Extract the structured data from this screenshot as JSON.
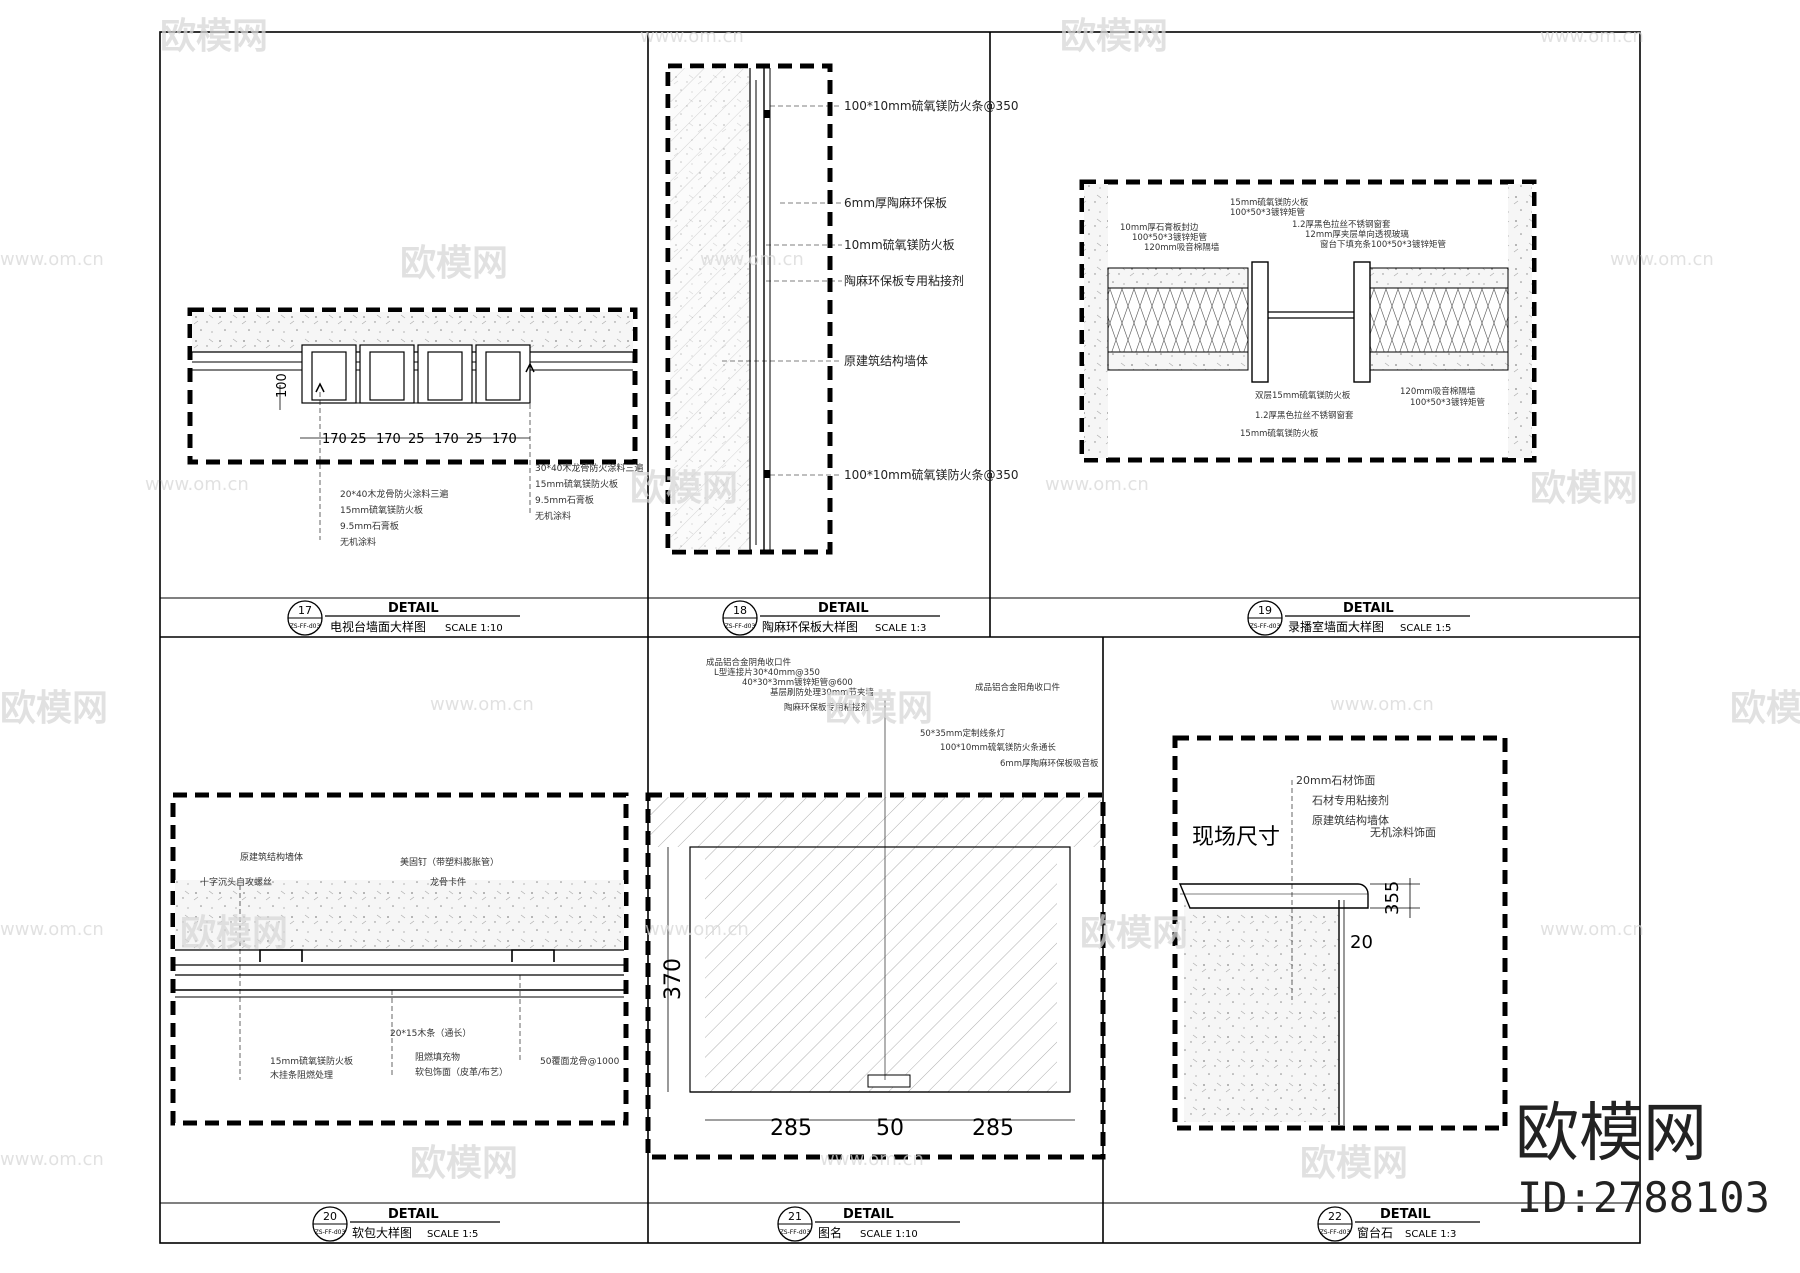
{
  "watermark": {
    "brand": "欧模网",
    "site": "www.om.cn",
    "id_label": "ID:2788103"
  },
  "panels": [
    {
      "num": "17",
      "code": "ZS-FF-d03",
      "heading": "DETAIL",
      "name": "电视台墙面大样图",
      "scale": "SCALE 1:10"
    },
    {
      "num": "18",
      "code": "ZS-FF-d03",
      "heading": "DETAIL",
      "name": "陶麻环保板大样图",
      "scale": "SCALE 1:3"
    },
    {
      "num": "19",
      "code": "ZS-FF-d03",
      "heading": "DETAIL",
      "name": "录播室墙面大样图",
      "scale": "SCALE 1:5"
    },
    {
      "num": "20",
      "code": "ZS-FF-d03",
      "heading": "DETAIL",
      "name": "软包大样图",
      "scale": "SCALE 1:5"
    },
    {
      "num": "21",
      "code": "ZS-FF-d03",
      "heading": "DETAIL",
      "name": "图名",
      "scale": "SCALE 1:10"
    },
    {
      "num": "22",
      "code": "ZS-FF-d03",
      "heading": "DETAIL",
      "name": "窗台石",
      "scale": "SCALE 1:3"
    }
  ],
  "p17": {
    "dims": [
      "170",
      "25",
      "170",
      "25",
      "170",
      "25",
      "170"
    ],
    "dim_vertical": "100",
    "left_notes": [
      "20*40木龙骨防火涂料三遍",
      "15mm硫氧镁防火板",
      "9.5mm石膏板",
      "无机涂料"
    ],
    "right_notes": [
      "30*40木龙骨防火涂料三遍",
      "15mm硫氧镁防火板",
      "9.5mm石膏板",
      "无机涂料"
    ]
  },
  "p18": {
    "notes": [
      "100*10mm硫氧镁防火条@350",
      "6mm厚陶麻环保板",
      "10mm硫氧镁防火板",
      "陶麻环保板专用粘接剂",
      "原建筑结构墙体",
      "100*10mm硫氧镁防火条@350"
    ]
  },
  "p19": {
    "notes_top_left": [
      "10mm厚石膏板封边",
      "100*50*3镀锌矩管",
      "120mm吸音棉隔墙"
    ],
    "notes_top_right": [
      "15mm硫氧镁防火板",
      "100*50*3镀锌矩管",
      "1.2厚黑色拉丝不锈钢窗套",
      "12mm厚夹层单向透视玻璃",
      "窗台下填充条100*50*3镀锌矩管"
    ],
    "notes_bottom_mid": [
      "双层15mm硫氧镁防火板",
      "1.2厚黑色拉丝不锈钢窗套",
      "15mm硫氧镁防火板"
    ],
    "notes_bottom_right": [
      "120mm吸音棉隔墙",
      "100*50*3镀锌矩管"
    ]
  },
  "p20": {
    "notes_top_left": [
      "原建筑结构墙体",
      "十字沉头自攻螺丝"
    ],
    "notes_top_right": [
      "美固钉（带塑料膨胀管）",
      "龙骨卡件"
    ],
    "notes_bottom": [
      "20*15木条（通长）",
      "阻燃填充物",
      "15mm硫氧镁防火板",
      "软包饰面（皮革/布艺）",
      "木挂条阻燃处理",
      "50覆面龙骨@1000"
    ]
  },
  "p21": {
    "dim_h": [
      "285",
      "50",
      "285"
    ],
    "dim_v": "370",
    "notes": [
      "成品铝合金阴角收口件",
      "L型连接片30*40mm@350",
      "40*30*3mm镀锌矩管@600",
      "基层刷防处理30mm节夹墙",
      "陶麻环保板专用粘接剂",
      "成品铝合金阳角收口件",
      "50*35mm定制线条灯",
      "100*10mm硫氧镁防火条通长",
      "6mm厚陶麻环保板吸音板"
    ]
  },
  "p22": {
    "site_label": "现场尺寸",
    "dim_355": "355",
    "dim_20": "20",
    "notes": [
      "20mm石材饰面",
      "石材专用粘接剂",
      "原建筑结构墙体",
      "无机涂料饰面"
    ]
  }
}
